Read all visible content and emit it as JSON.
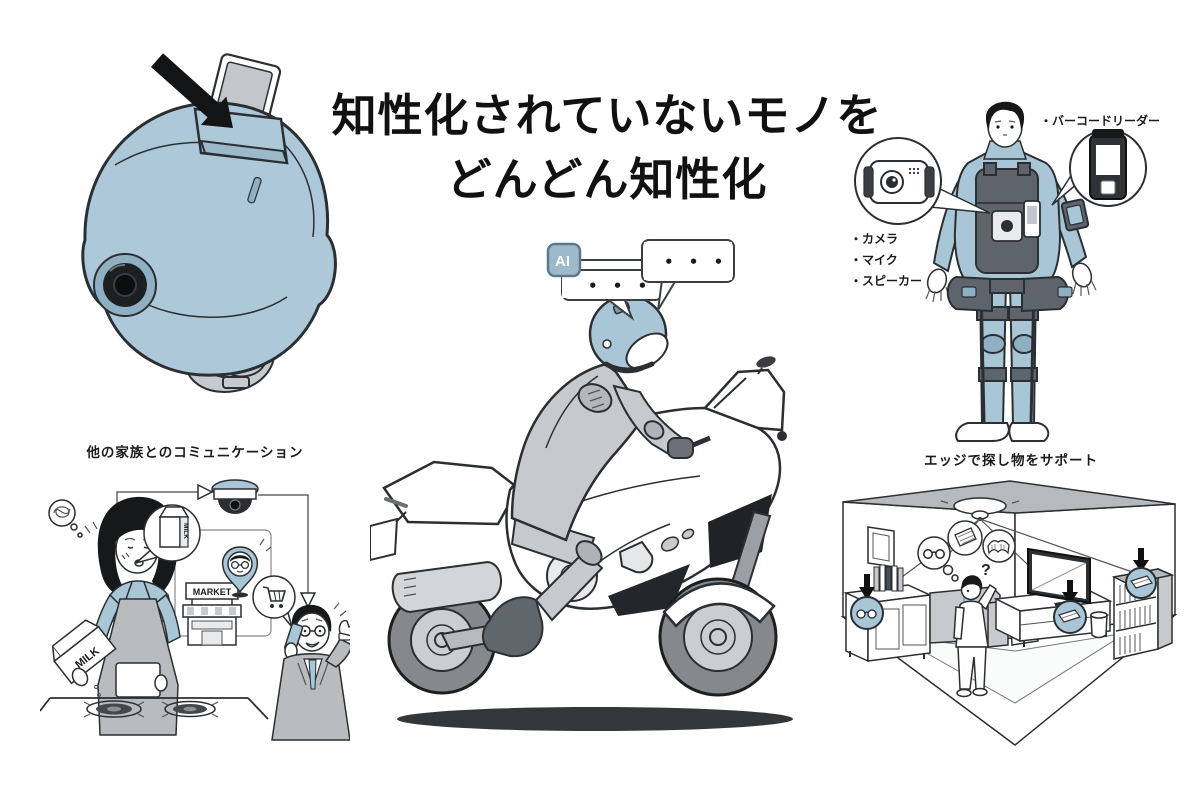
{
  "title": {
    "line1": "知性化されていないモノを",
    "line2": "どんどん知性化"
  },
  "wearable": {
    "barcode_reader_label": "・バーコードリーダー",
    "camera_label": "・カメラ",
    "mic_label": "・マイク",
    "speaker_label": "・スピーカー"
  },
  "rider": {
    "ai_badge_label": "AI",
    "left_bubble_dots": "• • •",
    "right_bubble_dots": "• • •"
  },
  "family": {
    "title": "他の家族とのコミュニケーション",
    "milk_carton_text": "MILK",
    "milk_bubble_text": "MILK",
    "market_sign_text": "MARKET"
  },
  "edge": {
    "title": "エッジで探し物をサポート",
    "question_mark": "?"
  },
  "colors": {
    "illustration_blue": "#a9c6d6",
    "helmet_blue": "#adc9d9",
    "gray_light": "#c7cacd",
    "gray_mid": "#b7babd",
    "harness_gray": "#5d646b",
    "outline_dark": "#2b2f33",
    "ai_badge_fill": "#9cbacb",
    "ai_badge_border": "#5d7a8a",
    "background": "#ffffff"
  }
}
